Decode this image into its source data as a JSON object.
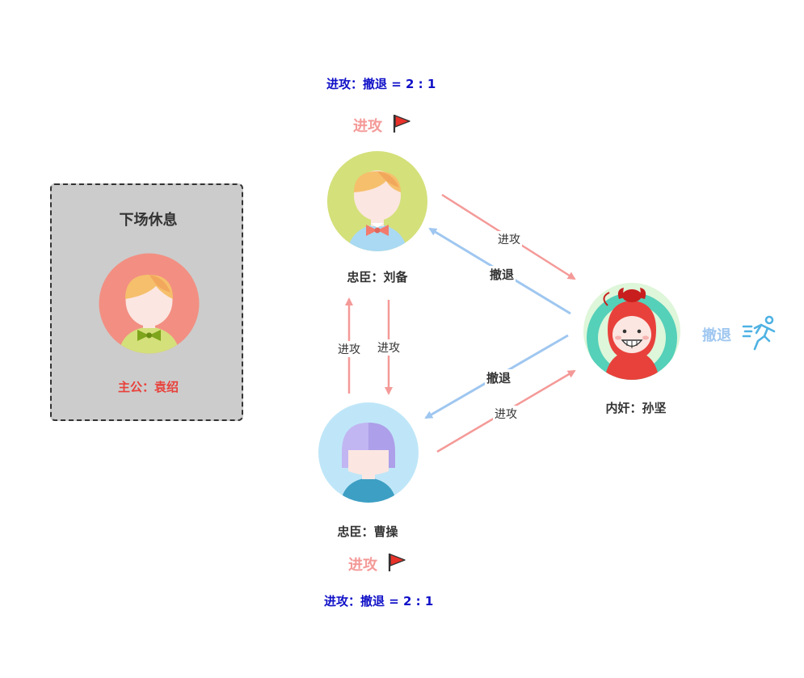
{
  "bench": {
    "title": "下场休息",
    "label": "主公：袁绍"
  },
  "liubei": {
    "name": "忠臣：刘备",
    "ratio": "进攻：撤退 = 2 : 1",
    "badge": "进攻"
  },
  "caocao": {
    "name": "忠臣：曹操",
    "ratio": "进攻：撤退 = 2 : 1",
    "badge": "进攻"
  },
  "sunjian": {
    "name": "内奸：孙坚",
    "badge": "撤退"
  },
  "edges": {
    "lb_to_sj": "进攻",
    "sj_to_lb": "撤退",
    "cc_to_lb": "进攻",
    "lb_to_cc": "进攻",
    "sj_to_cc": "撤退",
    "cc_to_sj": "进攻"
  },
  "colors": {
    "attack": "#f49a98",
    "retreat": "#9fc7f0",
    "ratio": "#1010c8",
    "lord": "#e8413b"
  },
  "icons": [
    "flag-icon",
    "running-person-icon",
    "devil-horns-icon"
  ]
}
